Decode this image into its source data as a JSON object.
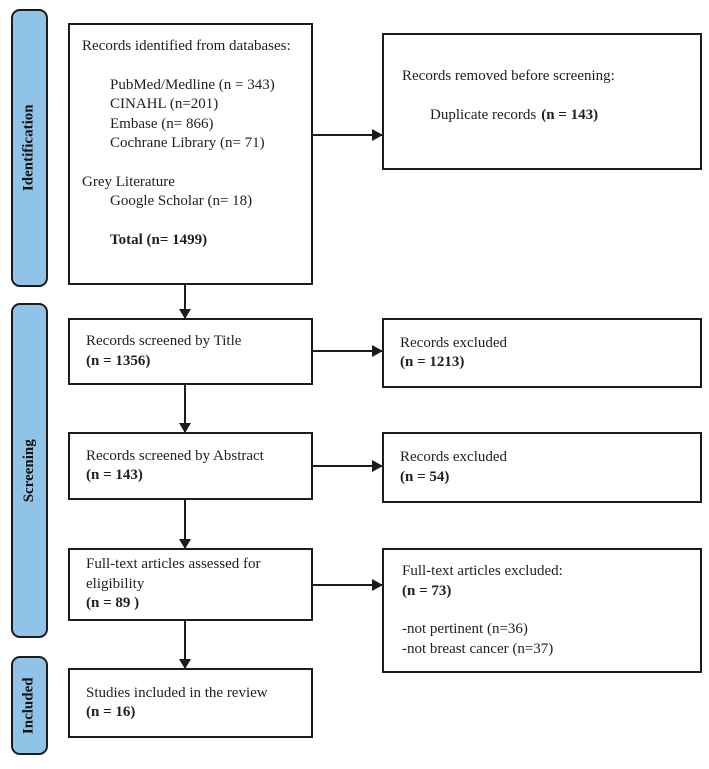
{
  "figure": {
    "stages": [
      {
        "label": "Identification"
      },
      {
        "label": "Screening"
      },
      {
        "label": "Included"
      }
    ],
    "boxes": {
      "identified": {
        "title": "Records identified from databases:",
        "sources": [
          "PubMed/Medline (n = 343)",
          "CINAHL (n=201)",
          "Embase (n= 866)",
          "Cochrane Library (n= 71)"
        ],
        "grey_label": "Grey Literature",
        "grey_source": "Google Scholar (n= 18)",
        "total": "Total (n= 1499)"
      },
      "removed_before_screening": {
        "title": "Records removed before screening:",
        "item": "Duplicate records",
        "count": "(n = 143)"
      },
      "screened_by_title": {
        "text": "Records screened by Title",
        "count": "(n = 1356)"
      },
      "excluded_by_title": {
        "text": "Records excluded",
        "count": "(n = 1213)"
      },
      "screened_by_abstract": {
        "text": "Records screened by Abstract",
        "count": "(n = 143)"
      },
      "excluded_by_abstract": {
        "text": "Records excluded",
        "count": "(n = 54)"
      },
      "fulltext_assessed": {
        "text": "Full-text articles assessed for eligibility",
        "count": "(n = 89 )"
      },
      "fulltext_excluded": {
        "title": "Full-text articles excluded:",
        "count": "(n = 73)",
        "reasons": [
          "-not pertinent (n=36)",
          "-not breast cancer (n=37)"
        ]
      },
      "included_studies": {
        "text": "Studies included in the review",
        "count": "(n = 16)"
      }
    },
    "colors": {
      "stage_fill": "#8FC4E8",
      "line": "#1C1C1C"
    }
  }
}
